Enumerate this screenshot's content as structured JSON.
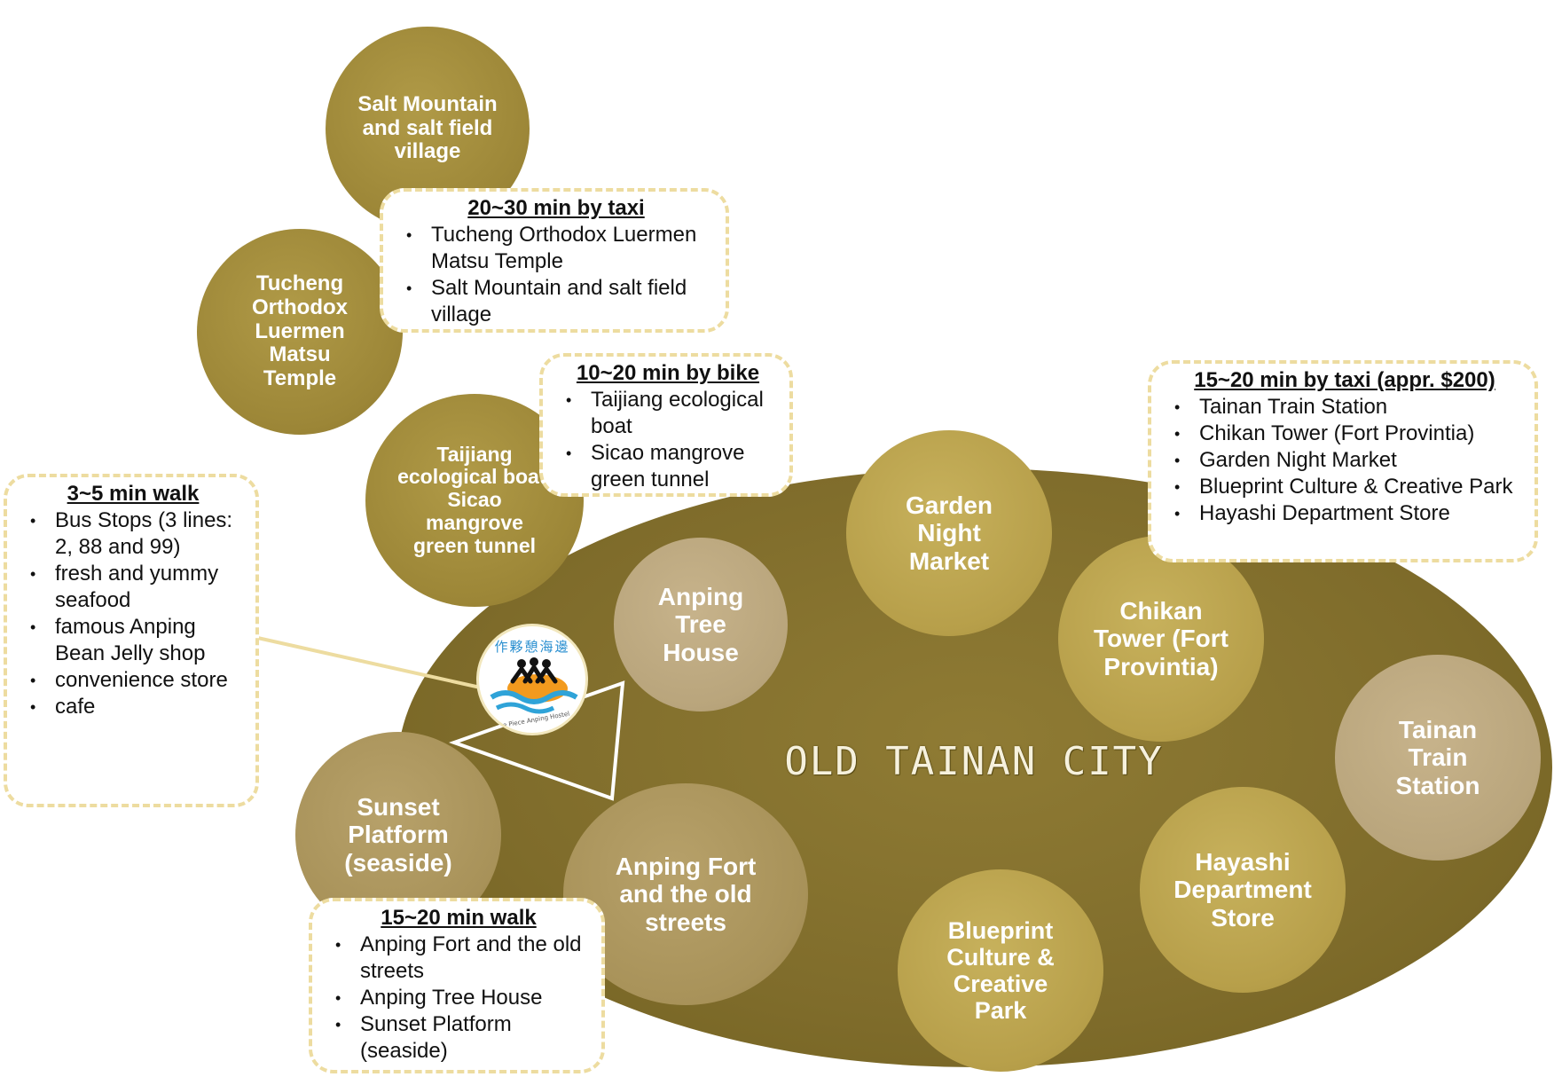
{
  "center_label": "OLD TAINAN CITY",
  "circles": {
    "salt_mountain": "Salt Mountain and salt field village",
    "tucheng": "Tucheng Orthodox Luermen Matsu Temple",
    "taijiang": "Taijiang ecological boat, Sicao mangrove green tunnel",
    "anping_tree_house": "Anping Tree House",
    "garden_night_market": "Garden Night Market",
    "chikan_tower": "Chikan Tower (Fort Provintia)",
    "tainan_train_station": "Tainan Train Station",
    "sunset_platform": "Sunset Platform (seaside)",
    "anping_fort": "Anping Fort and the old streets",
    "blueprint": "Blueprint Culture & Creative Park",
    "hayashi": "Hayashi Department Store"
  },
  "boxes": {
    "taxi_20_30": {
      "title": "20~30 min by taxi",
      "items": [
        "Tucheng Orthodox Luermen Matsu Temple",
        "Salt Mountain and salt field village"
      ]
    },
    "bike_10_20": {
      "title": "10~20 min by bike",
      "items": [
        "Taijiang ecological boat",
        "Sicao mangrove green tunnel"
      ]
    },
    "taxi_15_20": {
      "title": "15~20 min by taxi (appr. $200)",
      "items": [
        "Tainan Train Station",
        "Chikan Tower (Fort Provintia)",
        "Garden Night Market",
        "Blueprint Culture & Creative Park",
        "Hayashi Department Store"
      ]
    },
    "walk_3_5": {
      "title": "3~5 min walk",
      "items": [
        "Bus Stops (3 lines: 2, 88 and 99)",
        "fresh and yummy seafood",
        "famous Anping Bean Jelly shop",
        "convenience store",
        "cafe"
      ]
    },
    "walk_15_20": {
      "title": "15~20 min walk",
      "items": [
        "Anping Fort and the old streets",
        "Anping Tree House",
        "Sunset Platform (seaside)"
      ]
    }
  },
  "logo": {
    "chinese": "作夥憩海邊",
    "english": "One Piece Anping Hostel"
  },
  "colors": {
    "ellipse": "#7f6c2b",
    "circle_gold": "#9c8637",
    "circle_light": "#b9a57c",
    "dashed_border": "#eddca0"
  }
}
